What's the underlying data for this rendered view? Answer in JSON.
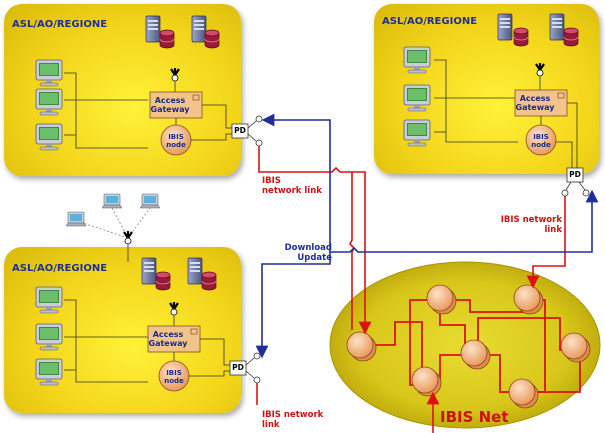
{
  "sites": [
    {
      "title": "ASL/AO/REGIONE",
      "gateway": "Access Gateway",
      "node": "IBIS node",
      "pd": "PD"
    },
    {
      "title": "ASL/AO/REGIONE",
      "gateway": "Access Gateway",
      "node": "IBIS node",
      "pd": "PD"
    },
    {
      "title": "ASL/AO/REGIONE",
      "gateway": "Access Gateway",
      "node": "IBIS node",
      "pd": "PD"
    }
  ],
  "links": {
    "network_link_1": "IBIS network link",
    "network_link_2": "IBIS network link",
    "network_link_3": "IBIS network link",
    "download_update": "Download Update"
  },
  "net_title": "IBIS Net",
  "colors": {
    "site_fill": "#f3d51a",
    "net_fill": "#d8c71a",
    "red_link": "#dd1111",
    "blue_link": "#1f2f9a",
    "node_fill": "#f3b480",
    "gateway_fill": "#f3c48a"
  },
  "icons": [
    "desktop-computer-icon",
    "server-icon",
    "database-icon",
    "laptop-icon",
    "antenna-icon"
  ]
}
